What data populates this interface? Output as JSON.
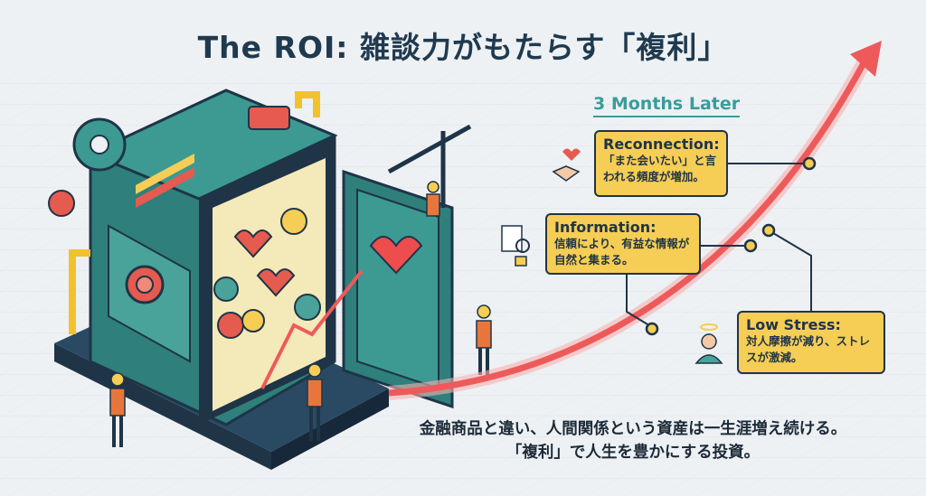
{
  "title": "The ROI: 雑談力がもたらす「複利」",
  "timeline_label": "3 Months Later",
  "benefits": [
    {
      "heading": "Reconnection:",
      "text": "「また会いたい」と言われる頻度が増加。",
      "icon": "handshake-heart-icon"
    },
    {
      "heading": "Information:",
      "text": "信頼により、有益な情報が自然と集まる。",
      "icon": "document-search-lock-icon"
    },
    {
      "heading": "Low Stress:",
      "text": "対人摩擦が減り、ストレスが激減。",
      "icon": "calm-person-halo-icon"
    }
  ],
  "bottom_text": {
    "line1": "金融商品と違い、人間関係という資産は一生涯増え続ける。",
    "line2": "「複利」で人生を豊かにする投資。"
  },
  "colors": {
    "accent_red": "#ee5a5a",
    "teal": "#3a9c9a",
    "note_yellow": "#f6cd55",
    "navy": "#1f3447"
  }
}
